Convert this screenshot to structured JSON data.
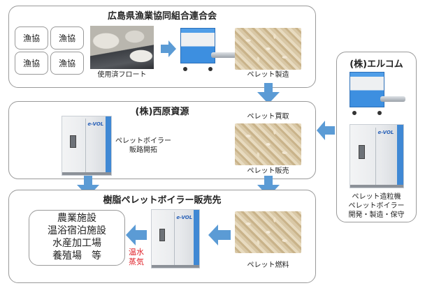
{
  "colors": {
    "arrow": "#5b9bd5",
    "border": "#9a9a9a",
    "heat_text": "#e0232a"
  },
  "federation": {
    "title": "広島県漁業協同組合連合会",
    "coops": [
      "漁協",
      "漁協",
      "漁協",
      "漁協"
    ],
    "used_float_label": "使用済フロート",
    "pellet_production_label": "ペレット製造"
  },
  "nishihara": {
    "title": "(株)西原資源",
    "boiler_text": [
      "ペレットボイラー",
      "販路開拓"
    ],
    "pellet_purchase_label": "ペレット買取",
    "pellet_sales_label": "ペレット販売",
    "boiler_brand": "e-VOL"
  },
  "customers": {
    "title": "樹脂ペレットボイラー販売先",
    "facilities": [
      "農業施設",
      "温浴宿泊施設",
      "水産加工場",
      "養殖場　等"
    ],
    "heat_output": [
      "温水",
      "蒸気"
    ],
    "pellet_fuel_label": "ペレット燃料",
    "boiler_brand": "e-VOL"
  },
  "elcom": {
    "title": "(株)エルコム",
    "description": [
      "ペレット造粒機",
      "ペレットボイラー",
      "開発・製造・保守"
    ],
    "boiler_brand": "e-VOL"
  }
}
